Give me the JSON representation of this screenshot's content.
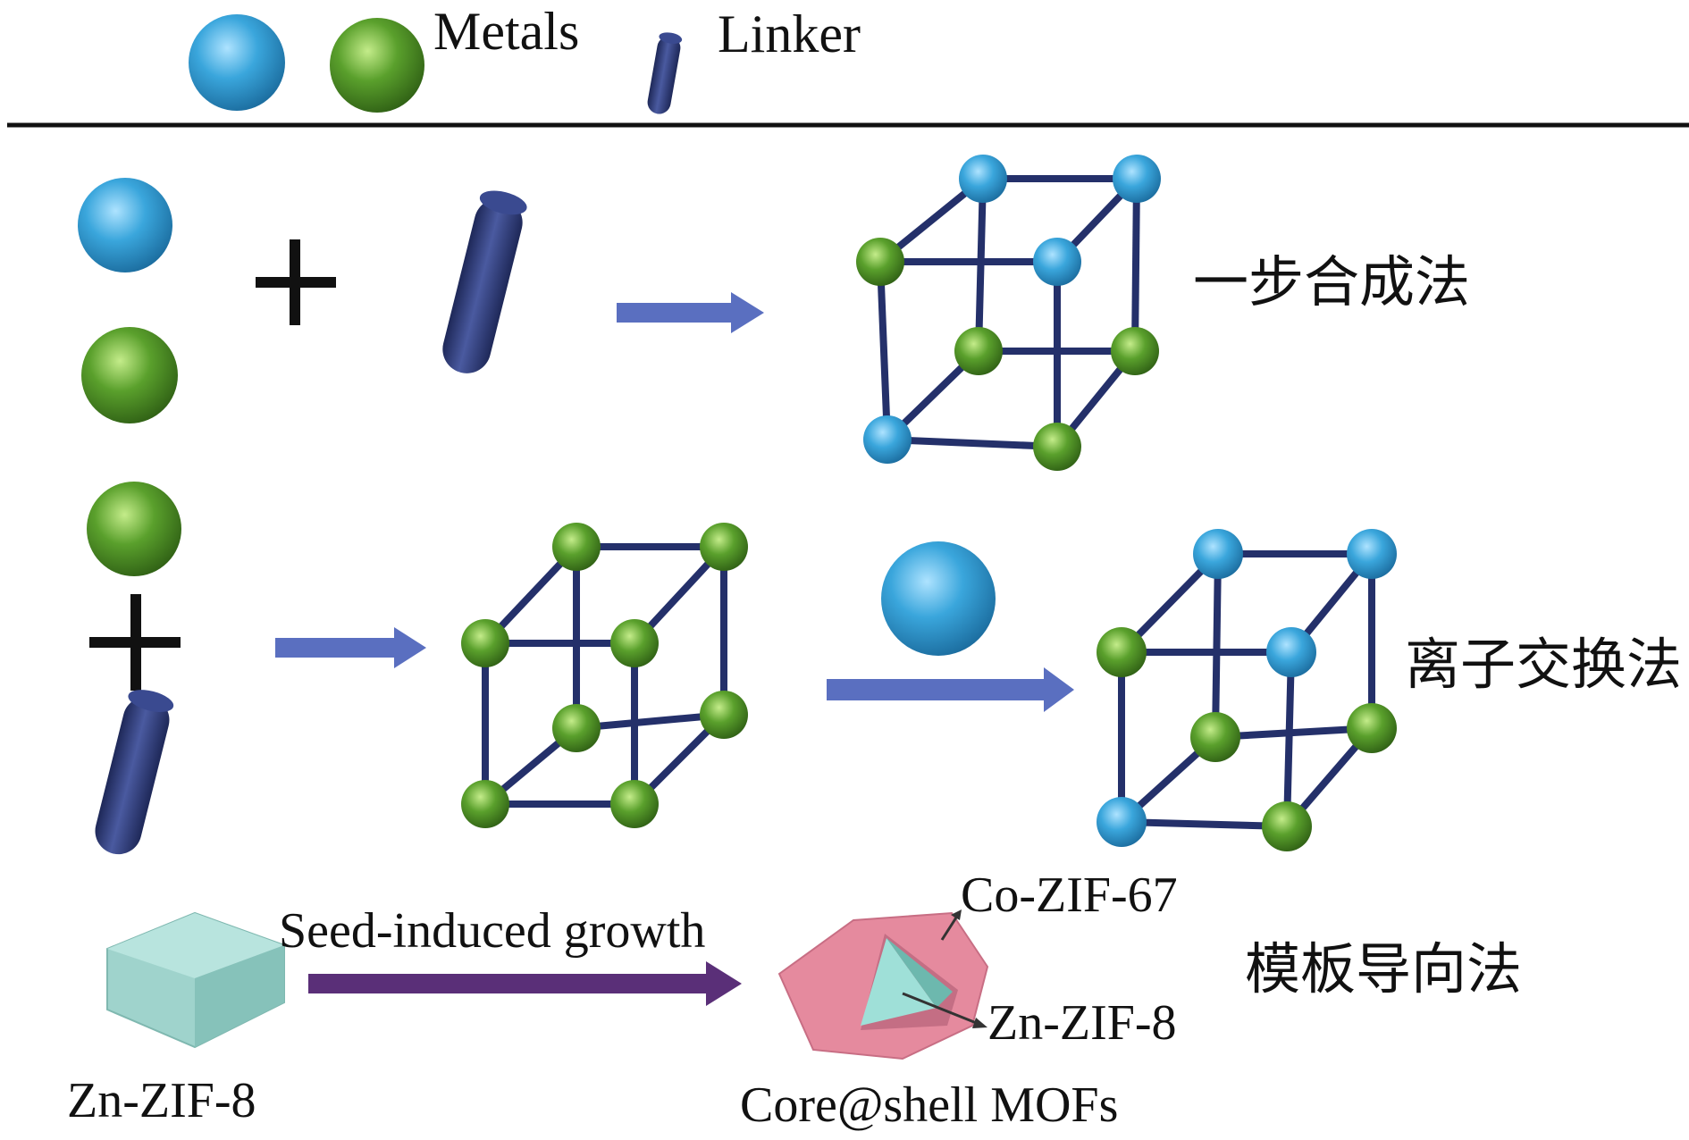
{
  "legend": {
    "metals_label": "Metals",
    "linker_label": "Linker"
  },
  "methods": {
    "one_step": "一步合成法",
    "ion_exchange": "离子交换法",
    "template": "模板导向法"
  },
  "template_row": {
    "arrow_label": "Seed-induced growth",
    "seed_label": "Zn-ZIF-8",
    "shell_label": "Co-ZIF-67",
    "core_label": "Zn-ZIF-8",
    "product_label": "Core@shell MOFs"
  },
  "colors": {
    "metal_blue": "#3aa6dc",
    "metal_green": "#5aa02c",
    "linker": "#2a3572",
    "framework_bar": "#24306a",
    "arrow_blue": "#5a6fc0",
    "arrow_purple": "#5a2f78",
    "seed_crystal": "#9fd3cc",
    "shell_pink": "#e58a9e",
    "core_teal": "#9fe0d8"
  }
}
